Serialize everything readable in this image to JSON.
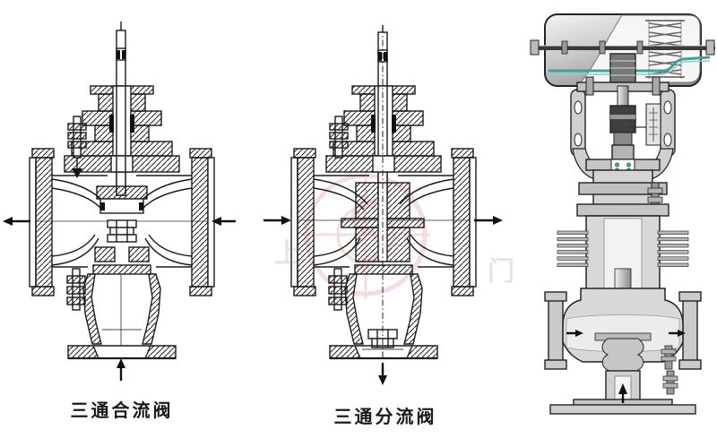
{
  "page": {
    "background": "#ffffff"
  },
  "colors": {
    "page-bg": "#ffffff",
    "line": "#1b1b1b",
    "centerline": "#666666",
    "label": "#1a1a1a",
    "watermark-red": "#dd8787",
    "accent-teal": "#3fa396",
    "metal-light": "#ededed",
    "metal-mid": "#c6c6c6",
    "metal-dark": "#8f8f8f"
  },
  "figures": [
    {
      "id": "merging-valve",
      "label": "三通合流阀",
      "style": "line-drawing-cross-section",
      "flows": [
        {
          "port": "left",
          "direction": "out"
        },
        {
          "port": "right",
          "direction": "in"
        },
        {
          "port": "bottom",
          "direction": "in"
        }
      ]
    },
    {
      "id": "diverting-valve",
      "label": "三通分流阀",
      "style": "line-drawing-cross-section",
      "flows": [
        {
          "port": "left",
          "direction": "in"
        },
        {
          "port": "right",
          "direction": "out"
        },
        {
          "port": "bottom",
          "direction": "out"
        }
      ]
    },
    {
      "id": "actuated-three-way-valve",
      "label": "",
      "style": "shaded-rendering-with-pneumatic-actuator",
      "flows": [
        {
          "port": "left",
          "direction": "in"
        },
        {
          "port": "right",
          "direction": "out"
        },
        {
          "port": "bottom",
          "direction": "in"
        }
      ]
    }
  ],
  "watermark": {
    "shape": "red-circle-logo",
    "characters": [
      "上",
      "门"
    ]
  }
}
